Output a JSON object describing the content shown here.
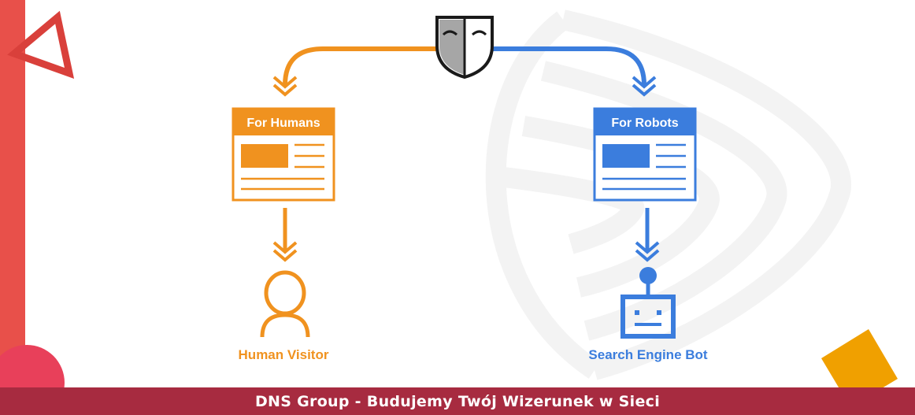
{
  "diagram": {
    "left_box_title": "For Humans",
    "right_box_title": "For Robots",
    "left_target_label": "Human Visitor",
    "right_target_label": "Search Engine Bot"
  },
  "footer": {
    "text": "DNS Group - Budujemy Twój Wizerunek w Sieci"
  },
  "colors": {
    "orange": "#f0921f",
    "blue": "#3b7ddd",
    "red_bar": "#e8504a",
    "footer_bg": "#a72b40",
    "yellow_square": "#f0a000",
    "mask_gray": "#a6a6a6"
  },
  "icons": {
    "mask": "cloaking-mask-icon",
    "person": "person-icon",
    "robot": "robot-icon",
    "document": "web-page-icon"
  }
}
